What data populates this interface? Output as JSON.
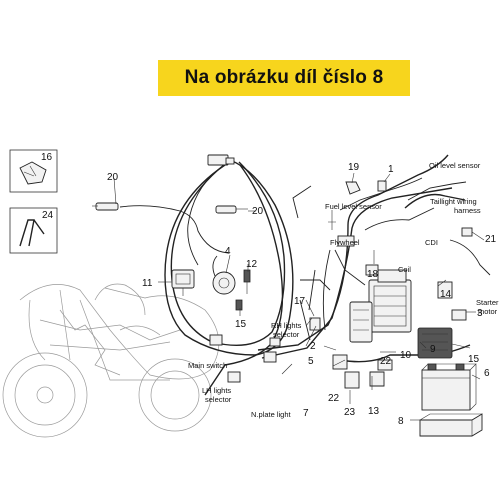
{
  "banner": {
    "text": "Na obrázku díl číslo 8"
  },
  "callouts": {
    "n1": "1",
    "n2": "2",
    "n3": "3",
    "n4": "4",
    "n5": "5",
    "n6": "6",
    "n7": "7",
    "n8": "8",
    "n9": "9",
    "n10": "10",
    "n11": "11",
    "n12": "12",
    "n13": "13",
    "n14": "14",
    "n15a": "15",
    "n15b": "15",
    "n16": "16",
    "n17": "17",
    "n18": "18",
    "n19": "19",
    "n20a": "20",
    "n20b": "20",
    "n21": "21",
    "n22a": "22",
    "n22b": "22",
    "n23": "23",
    "n24": "24"
  },
  "labels": {
    "oil_level_sensor": "Oil level sensor",
    "fuel_level_sensor": "Fuel level sensor",
    "taillight_1": "Taillight wiring",
    "taillight_2": "harness",
    "flywheel": "Flywheel",
    "cdi": "CDI",
    "coil": "Coil",
    "starter_1": "Starter",
    "starter_2": "motor",
    "rh_1": "RH lights",
    "rh_2": "selector",
    "main_switch": "Main switch",
    "lh_1": "LH lights",
    "lh_2": "selector",
    "nplate": "N.plate light"
  },
  "colors": {
    "banner_bg": "#f7d51d",
    "line": "#222222",
    "ghost": "#9a9a9a"
  }
}
